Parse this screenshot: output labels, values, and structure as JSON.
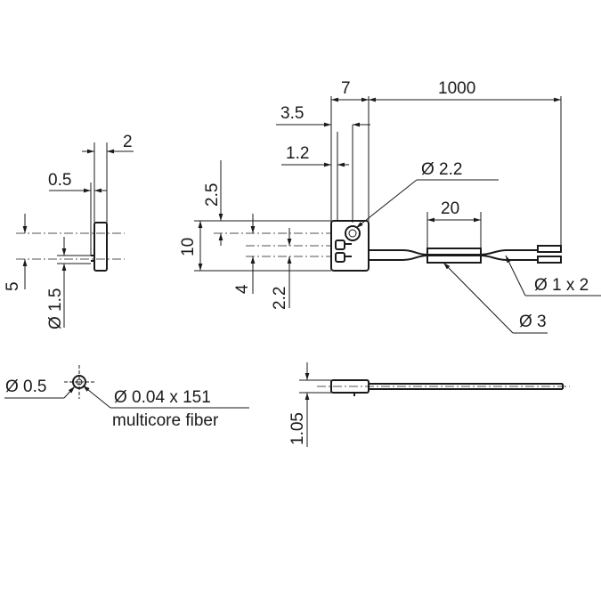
{
  "labels": {
    "d_7": "7",
    "d_1000": "1000",
    "d_3_5": "3.5",
    "d_1_2": "1.2",
    "d_phi_2_2": "Ø 2.2",
    "d_20": "20",
    "d_2": "2",
    "d_0_5": "0.5",
    "d_2_5": "2.5",
    "d_10": "10",
    "d_4": "4",
    "d_2_2": "2.2",
    "d_5": "5",
    "d_phi_1_5": "Ø 1.5",
    "d_phi_1x2": "Ø 1 x 2",
    "d_phi_3": "Ø 3",
    "d_phi_0_5": "Ø 0.5",
    "d_phi_fiber": "Ø 0.04 x 151",
    "multicore": "multicore fiber",
    "d_1_05": "1.05"
  }
}
